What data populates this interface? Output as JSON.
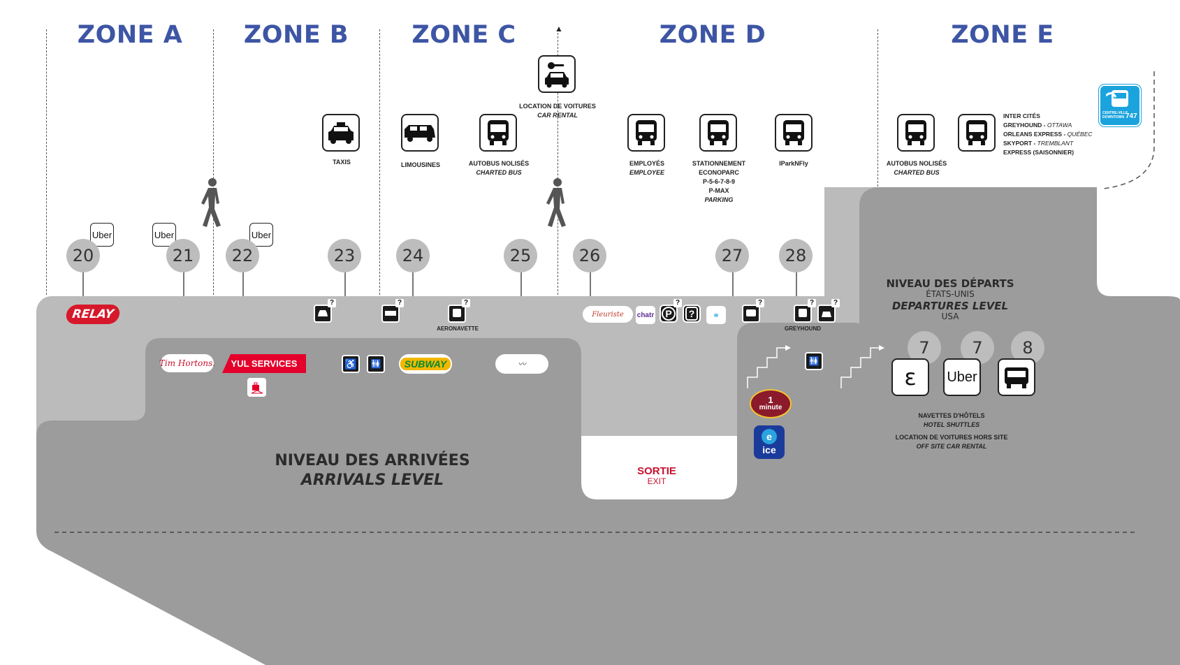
{
  "zones": [
    "ZONE A",
    "ZONE B",
    "ZONE C",
    "ZONE D",
    "ZONE E"
  ],
  "doors": [
    "20",
    "21",
    "22",
    "23",
    "24",
    "25",
    "26",
    "27",
    "28"
  ],
  "departure_doors": [
    "7",
    "7",
    "8"
  ],
  "uber": "Uber",
  "transport": {
    "taxis": "TAXIS",
    "limousines": "LIMOUSINES",
    "charted_bus_fr": "AUTOBUS NOLISÉS",
    "charted_bus_en": "CHARTED BUS",
    "car_rental_fr": "LOCATION DE VOITURES",
    "car_rental_en": "CAR RENTAL",
    "employees_fr": "EMPLOYÉS",
    "employees_en": "EMPLOYEE",
    "parking_lines": [
      "STATIONNEMENT",
      "ECONOPARC",
      "P-5-6-7-8-9",
      "P-MAX"
    ],
    "parking_en": "PARKING",
    "iparknfly": "IParkNFly",
    "charted_bus_e_fr": "AUTOBUS NOLISÉS",
    "charted_bus_e_en": "CHARTED BUS",
    "intercity": [
      {
        "name": "INTER CITÉS",
        "dest": ""
      },
      {
        "name": "GREYHOUND",
        "dest": "OTTAWA"
      },
      {
        "name": "ORLEANS EXPRESS",
        "dest": "QUÉBEC"
      },
      {
        "name": "SKYPORT",
        "dest": "TREMBLANT"
      },
      {
        "name": "EXPRESS (SAISONNIER)",
        "dest": ""
      }
    ],
    "bus747_line1": "CENTRE-VILLE",
    "bus747_line2": "DOWNTOWN",
    "bus747_num": "747"
  },
  "services": {
    "relay": "RELAY",
    "aeronavette": "AERONAVETTE",
    "greyhound": "GREYHOUND",
    "tim_hortons": "Tim Hortons.",
    "yul_services": "YUL SERVICES",
    "subway": "SUBWAY",
    "fleuriste": "Fleuriste",
    "chatr": "chatr",
    "minute": "minute",
    "minute_num": "1",
    "ice": "ice",
    "e_letter": "ε",
    "hotel_shuttles_fr": "NAVETTES D'HÔTELS",
    "hotel_shuttles_en": "HOTEL SHUTTLES",
    "offsite_rental_fr": "LOCATION DE VOITURES HORS SITE",
    "offsite_rental_en": "OFF SITE CAR RENTAL"
  },
  "levels": {
    "arrivals_fr": "NIVEAU DES ARRIVÉES",
    "arrivals_en": "ARRIVALS LEVEL",
    "departures_fr": "NIVEAU DES DÉPARTS",
    "departures_fr_sub": "ÉTATS-UNIS",
    "departures_en": "DEPARTURES LEVEL",
    "departures_en_sub": "USA",
    "exit_fr": "SORTIE",
    "exit_en": "EXIT"
  },
  "colors": {
    "zone_title": "#3d55a4",
    "floor_light": "#bbbbbb",
    "floor_dark": "#9c9c9c",
    "relay_red": "#d7182a",
    "exit_red": "#c8102e",
    "bus747_blue": "#1aa3dd"
  }
}
